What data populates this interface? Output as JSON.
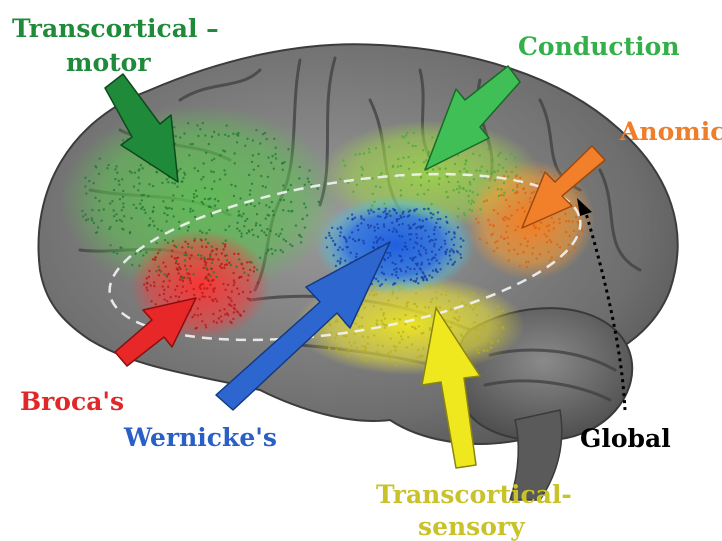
{
  "labels": {
    "transcortical_motor": "Transcortical –",
    "transcortical_motor_2": "motor",
    "conduction": "Conduction",
    "anomic": "Anomic",
    "brocas": "Broca's",
    "wernickes": "Wernicke's",
    "global": "Global",
    "transcortical_sensory": "Transcortical-",
    "transcortical_sensory_2": "sensory"
  },
  "colors": {
    "transcortical_motor": "#1e8a3a",
    "conduction": "#2fa84a",
    "anomic": "#f07d2a",
    "brocas": "#e02828",
    "wernickes": "#2a5fc8",
    "global": "#000000",
    "transcortical_sensory": "#c9c228"
  }
}
